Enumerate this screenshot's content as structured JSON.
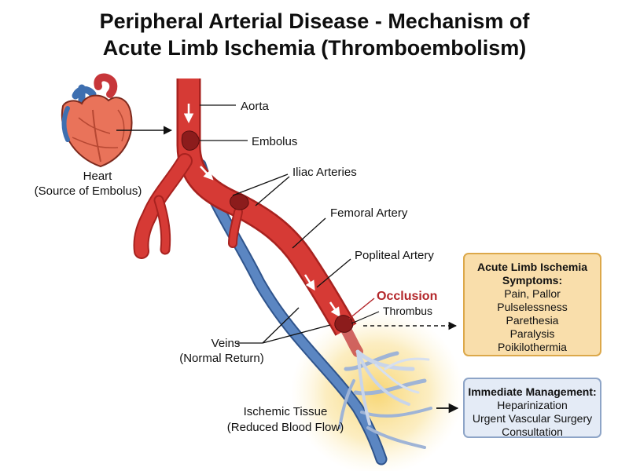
{
  "title": {
    "line1": "Peripheral Arterial Disease - Mechanism of",
    "line2": "Acute Limb Ischemia (Thromboembolism)"
  },
  "labels": {
    "aorta": "Aorta",
    "embolus": "Embolus",
    "iliac": "Iliac Arteries",
    "femoral": "Femoral Artery",
    "popliteal": "Popliteal Artery",
    "occlusion": "Occlusion",
    "thrombus": "Thrombus",
    "heart_line1": "Heart",
    "heart_line2": "(Source of Embolus)",
    "veins_line1": "Veins",
    "veins_line2": "(Normal Return)",
    "ischemic_line1": "Ischemic Tissue",
    "ischemic_line2": "(Reduced Blood Flow)"
  },
  "symptoms": {
    "title_line1": "Acute Limb Ischemia",
    "title_line2": "Symptoms:",
    "items": [
      "Pain, Pallor",
      "Pulselessness",
      "Parethesia",
      "Paralysis",
      "Poikilothermia"
    ]
  },
  "management": {
    "title": "Immediate Management:",
    "items": [
      "Heparinization",
      "Urgent Vascular Surgery",
      "Consultation"
    ]
  },
  "colors": {
    "artery": "#d63a35",
    "artery_dark": "#a8221f",
    "vein": "#4f79b5",
    "vein_dark": "#2f548c",
    "ischemic_glow": "#f7d36a",
    "occlusion": "#b3262a"
  }
}
